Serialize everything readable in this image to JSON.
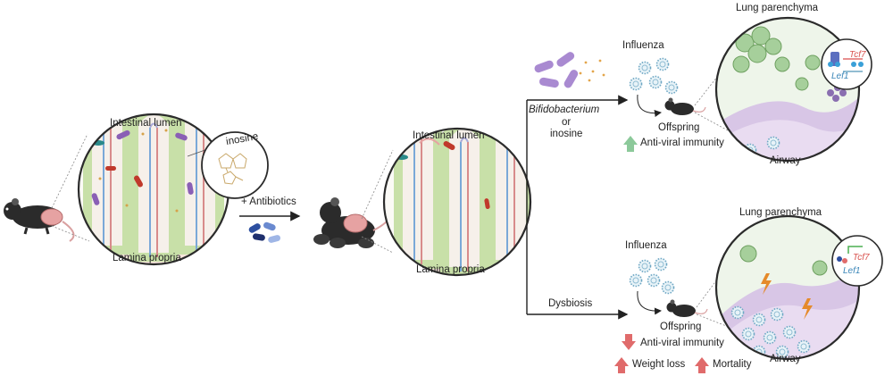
{
  "labels": {
    "intestinal_lumen_1": "Intestinal lumen",
    "lamina_propria_1": "Lamina propria",
    "inosine_zoom": "inosine",
    "antibiotics": "+ Antibiotics",
    "intestinal_lumen_2": "Intestinal lumen",
    "lamina_propria_2": "Lamina propria",
    "bifidobacterium": "Bifidobacterium",
    "or": "or",
    "inosine": "inosine",
    "influenza_top": "Influenza",
    "offspring_top": "Offspring",
    "antiviral_up": "Anti-viral immunity",
    "lung_parenchyma_top": "Lung parenchyma",
    "airway_top": "Airway",
    "tcf7_top": "Tcf7",
    "lef1_top": "Lef1",
    "dysbiosis": "Dysbiosis",
    "influenza_bottom": "Influenza",
    "offspring_bottom": "Offspring",
    "antiviral_down": "Anti-viral immunity",
    "weight_loss": "Weight loss",
    "mortality": "Mortality",
    "lung_parenchyma_bottom": "Lung parenchyma",
    "airway_bottom": "Airway",
    "tcf7_bottom": "Tcf7",
    "lef1_bottom": "Lef1"
  },
  "colors": {
    "up_arrow": "#8cc99a",
    "down_arrow": "#e06b6b",
    "villus": "#c8e0a8",
    "lung_bg": "#e6f1e2",
    "airway": "#cdb8dd",
    "mouse": "#2b2b2b"
  },
  "icons": [
    "mouse-icon",
    "virus-icon",
    "bacteria-icon",
    "pill-icon",
    "arrow-icon",
    "lightning-icon",
    "dna-icon"
  ]
}
